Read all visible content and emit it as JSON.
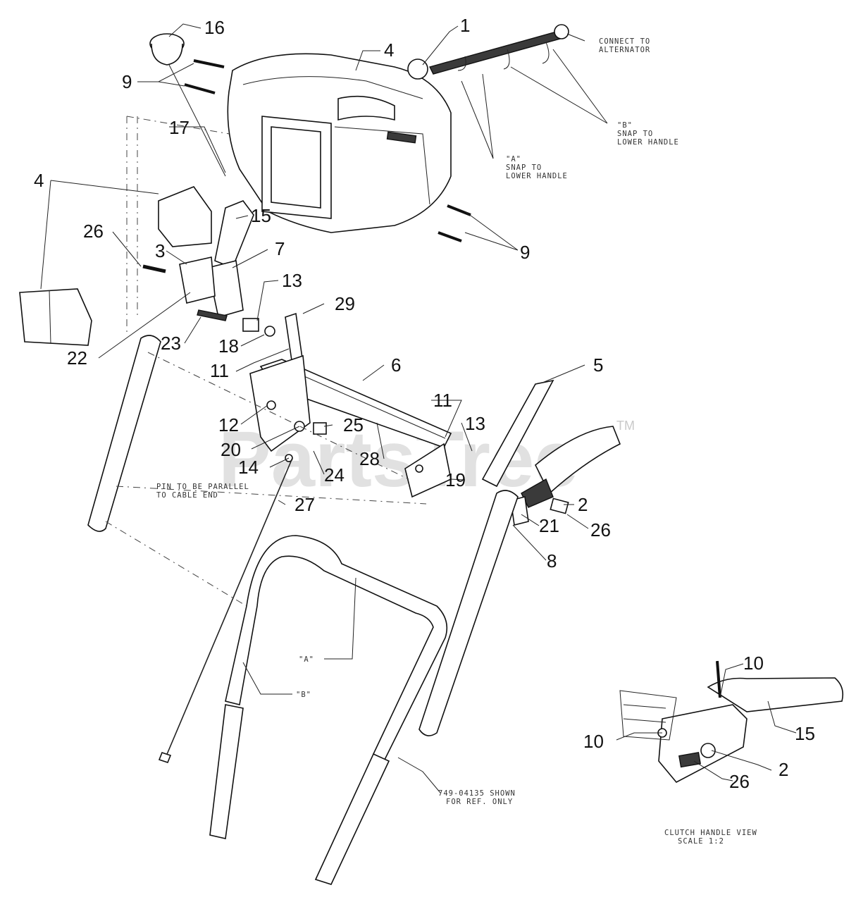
{
  "callouts": [
    {
      "id": "c16a",
      "label": "16"
    },
    {
      "id": "c1",
      "label": "1"
    },
    {
      "id": "c4a",
      "label": "4"
    },
    {
      "id": "c9a",
      "label": "9"
    },
    {
      "id": "c17",
      "label": "17"
    },
    {
      "id": "c4b",
      "label": "4"
    },
    {
      "id": "c15a",
      "label": "15"
    },
    {
      "id": "c26a",
      "label": "26"
    },
    {
      "id": "c3",
      "label": "3"
    },
    {
      "id": "c7",
      "label": "7"
    },
    {
      "id": "c9b",
      "label": "9"
    },
    {
      "id": "c13a",
      "label": "13"
    },
    {
      "id": "c29",
      "label": "29"
    },
    {
      "id": "c23",
      "label": "23"
    },
    {
      "id": "c18",
      "label": "18"
    },
    {
      "id": "c22",
      "label": "22"
    },
    {
      "id": "c11a",
      "label": "11"
    },
    {
      "id": "c6",
      "label": "6"
    },
    {
      "id": "c5",
      "label": "5"
    },
    {
      "id": "c11b",
      "label": "11"
    },
    {
      "id": "c13b",
      "label": "13"
    },
    {
      "id": "c12",
      "label": "12"
    },
    {
      "id": "c25",
      "label": "25"
    },
    {
      "id": "c20",
      "label": "20"
    },
    {
      "id": "c28",
      "label": "28"
    },
    {
      "id": "c14",
      "label": "14"
    },
    {
      "id": "c24",
      "label": "24"
    },
    {
      "id": "c19",
      "label": "19"
    },
    {
      "id": "c2a",
      "label": "2"
    },
    {
      "id": "c27",
      "label": "27"
    },
    {
      "id": "c21",
      "label": "21"
    },
    {
      "id": "c26b",
      "label": "26"
    },
    {
      "id": "c8",
      "label": "8"
    },
    {
      "id": "c10a",
      "label": "10"
    },
    {
      "id": "c10b",
      "label": "10"
    },
    {
      "id": "c15b",
      "label": "15"
    },
    {
      "id": "c2b",
      "label": "2"
    },
    {
      "id": "c26c",
      "label": "26"
    }
  ],
  "notes": {
    "connect_alternator_1": "CONNECT TO",
    "connect_alternator_2": "ALTERNATOR",
    "snap_b_1": "\"B\"",
    "snap_b_2": "SNAP TO",
    "snap_b_3": "LOWER HANDLE",
    "snap_a_1": "\"A\"",
    "snap_a_2": "SNAP TO",
    "snap_a_3": "LOWER HANDLE",
    "pin_parallel_1": "PIN TO BE PARALLEL",
    "pin_parallel_2": "TO CABLE END",
    "marker_a": "\"A\"",
    "marker_b": "\"B\"",
    "ref_only_1": "749-04135 SHOWN",
    "ref_only_2": "FOR REF. ONLY",
    "clutch_view_1": "CLUTCH HANDLE VIEW",
    "clutch_view_2": "SCALE 1:2"
  },
  "watermark": {
    "text": "PartsTree",
    "tm": "TM"
  }
}
